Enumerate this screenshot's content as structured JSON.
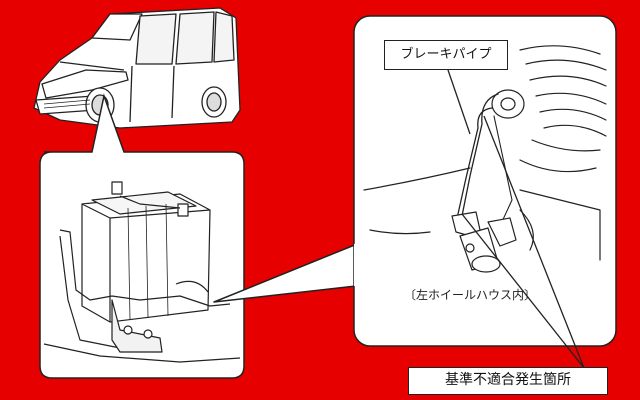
{
  "labels": {
    "brake_pipe": "ブレーキパイプ",
    "location_caption": "〔左ホイールハウス内〕",
    "defect_location": "基準不適合発生箇所"
  },
  "colors": {
    "background": "#e60000",
    "panel": "#ffffff",
    "line": "#222222"
  }
}
